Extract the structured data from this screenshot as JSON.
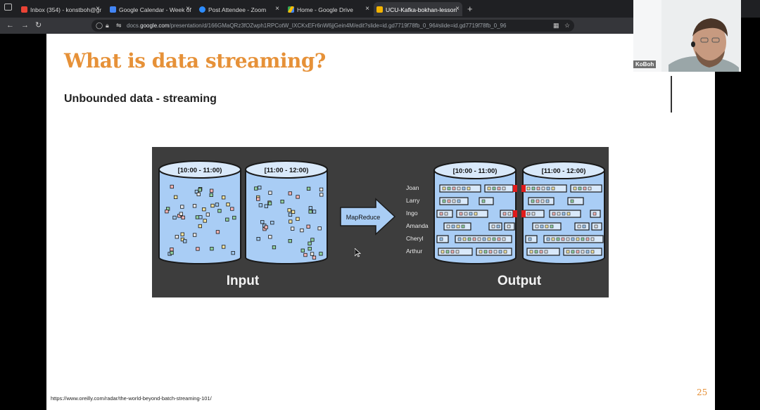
{
  "browser": {
    "tabs": [
      {
        "title": "Inbox (354) - konstboh@gr",
        "favicon_color": "#ea4335",
        "active": false
      },
      {
        "title": "Google Calendar - Week of",
        "favicon_color": "#4285f4",
        "active": false
      },
      {
        "title": "Post Attendee - Zoom",
        "favicon_color": "#2d8cff",
        "active": false
      },
      {
        "title": "Home - Google Drive",
        "favicon_color": "#34a853",
        "active": false
      },
      {
        "title": "UCU-Kafka-bokhan-lesson",
        "favicon_color": "#f4b400",
        "active": true
      }
    ],
    "new_tab_label": "+",
    "close_label": "×",
    "url_prefix": "docs.",
    "url_domain": "google.com",
    "url_rest": "/presentation/d/166GMaQRz3fOZwph1RPCotW_IXCKxEFr6nW6jjGein4M/edit?slide=id.gd7719f78fb_0_96#slide=id.gd7719f78fb_0_96"
  },
  "slide": {
    "title": "What is data streaming?",
    "subtitle": "Unbounded data - streaming",
    "source_url": "https://www.oreilly.com/radar/the-world-beyond-batch-streaming-101/",
    "page_number": "25"
  },
  "diagram": {
    "background": "#3d3d3d",
    "input_windows": [
      "[10:00 - 11:00)",
      "[11:00 - 12:00)"
    ],
    "input_label": "Input",
    "arrow_label": "MapReduce",
    "output_windows": [
      "[10:00 - 11:00)",
      "[11:00 - 12:00)"
    ],
    "output_label": "Output",
    "names": [
      "Joan",
      "Larry",
      "Ingo",
      "Amanda",
      "Cheryl",
      "Arthur"
    ],
    "cylinder_fill": "#a9cdf5",
    "accent_red": "#e01b1b"
  },
  "video": {
    "participant_name": "KoBoh"
  }
}
